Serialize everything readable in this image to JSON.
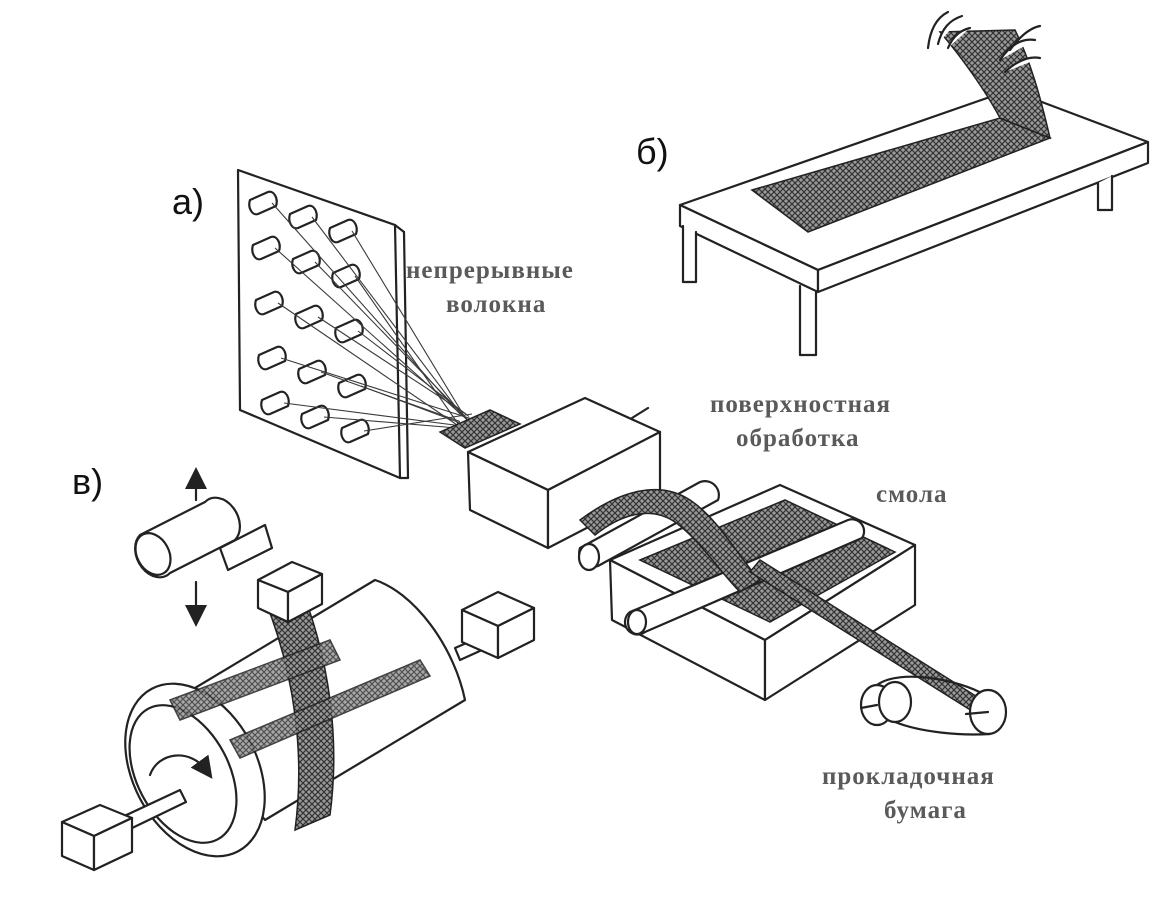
{
  "diagram": {
    "labels": {
      "panel_a": "а)",
      "panel_b": "б)",
      "panel_v": "в)",
      "fibers_line1": "непрерывные",
      "fibers_line2": "волокна",
      "surface_line1": "поверхностная",
      "surface_line2": "обработка",
      "resin": "смола",
      "paper_line1": "прокладочная",
      "paper_line2": "бумага"
    }
  }
}
